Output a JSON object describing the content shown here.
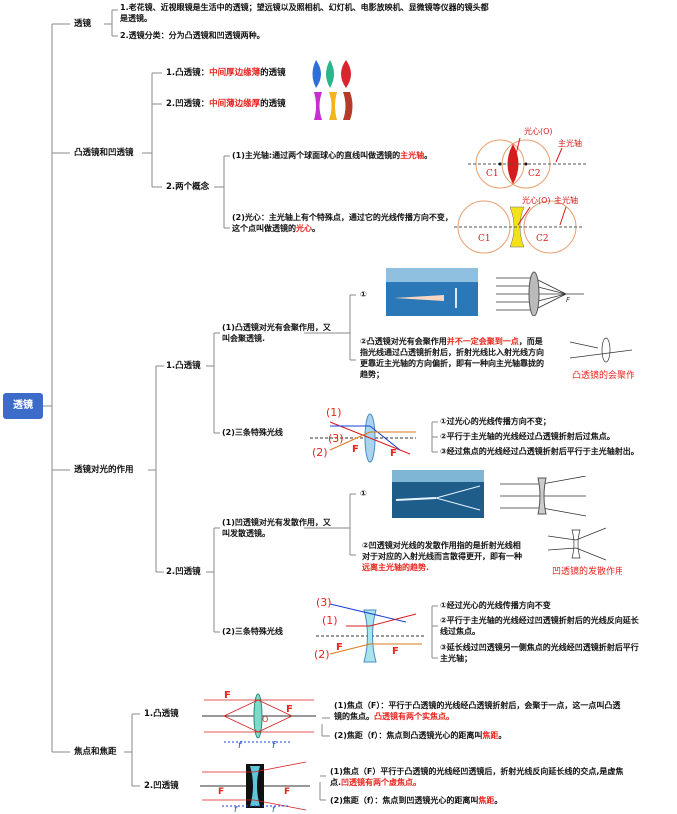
{
  "root": "透镜",
  "l1": {
    "tj": "透镜",
    "tdtj": "凸透镜和凹透镜",
    "dgzy": "透镜对光的作用",
    "jdjj": "焦点和焦距"
  },
  "tj": {
    "t1": "1.老花镜、近视眼镜是生活中的透镜；望远镜以及照相机、幻灯机、电影放映机、显微镜等仪器的镜头都是透镜。",
    "t2": "2.透镜分类：分为凸透镜和凹透镜两种。"
  },
  "tdtj": {
    "n1_pre": "1.凸透镜：",
    "n1_red": "中间厚边缘薄",
    "n1_post": "的透镜",
    "n2_pre": "2.凹透镜：",
    "n2_red": "中间薄边缘厚",
    "n2_post": "的透镜",
    "n3": "2.两个概念",
    "c1_pre": "(1)主光轴:通过两个球面球心的直线叫做透镜的",
    "c1_red": "主光轴",
    "c1_post": "。",
    "c2_pre": "(2)光心：主光轴上有个特殊点，通过它的光线传播方向不变，这个点叫做透镜的",
    "c2_red": "光心",
    "c2_post": "。",
    "fig_optical_center": "光心(O)",
    "fig_main_axis": "主光轴",
    "fig_c1": "C1",
    "fig_c2": "C2"
  },
  "dgzy": {
    "tu": "1.凸透镜",
    "tu_a": "(1)凸透镜对光有会聚作用，又叫会聚透镜.",
    "tu_a1": "①",
    "tu_a2_pre": "②凸透镜对光有会聚作用",
    "tu_a2_red": "并不一定会聚到一点",
    "tu_a2_post": "，而是指光线通过凸透镜折射后，折射光线比入射光线方向更靠近主光轴的方向偏折，即有一种向主光轴靠拢的趋势；",
    "tu_fig": "凸透镜的会聚作用",
    "tu_b": "(2)三条特殊光线",
    "tu_b1": "①过光心的光线传播方向不变；",
    "tu_b2": "②平行于主光轴的光线经过凸透镜折射后过焦点。",
    "tu_b3": "③经过焦点的光线经过凸透镜折射后平行于主光轴射出。",
    "ao": "2.凹透镜",
    "ao_a": "(1)凹透镜对光有发散作用，又叫发散透镜。",
    "ao_a1": "①",
    "ao_a2_pre": "②凹透镜对光线的发散作用指的是折射光线相对于对应的入射光线而言散得更开，即有一种",
    "ao_a2_red": "远离主光轴的趋势.",
    "ao_fig": "凹透镜的发散作用",
    "ao_b": "(2)三条特殊光线",
    "ao_b1": "①经过光心的光线传播方向不变",
    "ao_b2": "②平行于主光轴的光线经过凹透镜折射后的光线反向延长线过焦点。",
    "ao_b3": "③延长线过凹透镜另一侧焦点的光线经凹透镜折射后平行主光轴；",
    "ray1": "(1)",
    "ray2": "(2)",
    "ray3": "(3)",
    "F": "F"
  },
  "jdjj": {
    "tu": "1.凸透镜",
    "tu_1_pre": "(1)焦点（F）：平行于凸透镜的光线经凸透镜折射后，会聚于一点，这一点叫凸透镜的焦点。",
    "tu_1_red": "凸透镜有两个实焦点。",
    "tu_2_pre": "(2)焦距（f）：焦点到凸透镜光心的距离叫",
    "tu_2_red": "焦距",
    "tu_2_post": "。",
    "ao": "2.凹透镜",
    "ao_1_pre": "(1)焦点（F）平行于凸透镜的光线经凹透镜后，折射光线反向延长线的交点,是虚焦点.",
    "ao_1_red": "凹透镜有两个虚焦点。",
    "ao_2_pre": "(2)焦距（f）：焦点到凹透镜光心的距离叫",
    "ao_2_red": "焦距",
    "ao_2_post": "。",
    "F": "F",
    "f": "f",
    "O": "O"
  },
  "colors": {
    "root": "#3d6bc9",
    "red": "#e8241c",
    "line": "#888888"
  }
}
